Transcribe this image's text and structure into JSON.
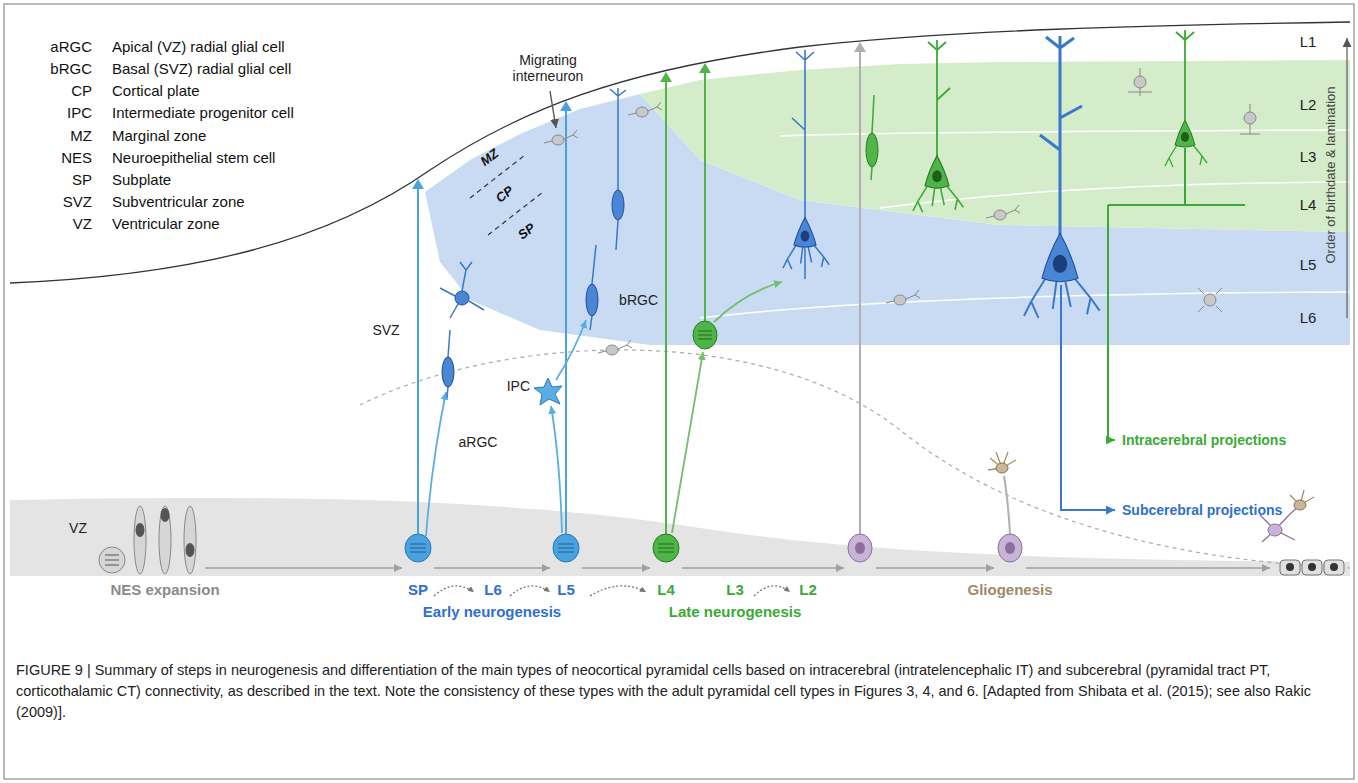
{
  "diagram": {
    "caption": "FIGURE 9 | Summary of steps in neurogenesis and differentiation of the main types of neocortical pyramidal cells based on intracerebral (intratelencephalic IT) and subcerebral (pyramidal tract PT, corticothalamic CT) connectivity, as described in the text. Note the consistency of these types with the adult pyramidal cell types in Figures 3, 4, and 6. [Adapted from Shibata et al. (2015); see also Rakic (2009)].",
    "labels": [
      "aRGC",
      "Apical (VZ) radial glial cell",
      "bRGC",
      "Basal (SVZ) radial glial cell",
      "CP",
      "Cortical plate",
      "IPC",
      "Intermediate progenitor cell",
      "MZ",
      "Marginal zone",
      "NES",
      "Neuroepithelial stem cell",
      "SP",
      "Subplate",
      "SVZ",
      "Subventricular zone",
      "VZ",
      "Ventricular zone",
      "L1",
      "L2",
      "L3",
      "L4",
      "L5",
      "L6",
      "Order of birthdate & lamination",
      "Migrating interneuron",
      "MZ",
      "CP",
      "SP",
      "SVZ",
      "IPC",
      "bRGC",
      "aRGC",
      "VZ",
      "NES expansion",
      "SP",
      "L6",
      "L5",
      "L4",
      "L3",
      "L2",
      "Early neurogenesis",
      "Late neurogenesis",
      "Gliogenesis",
      "Intracerebral projections",
      "Subcerebral projections"
    ]
  }
}
